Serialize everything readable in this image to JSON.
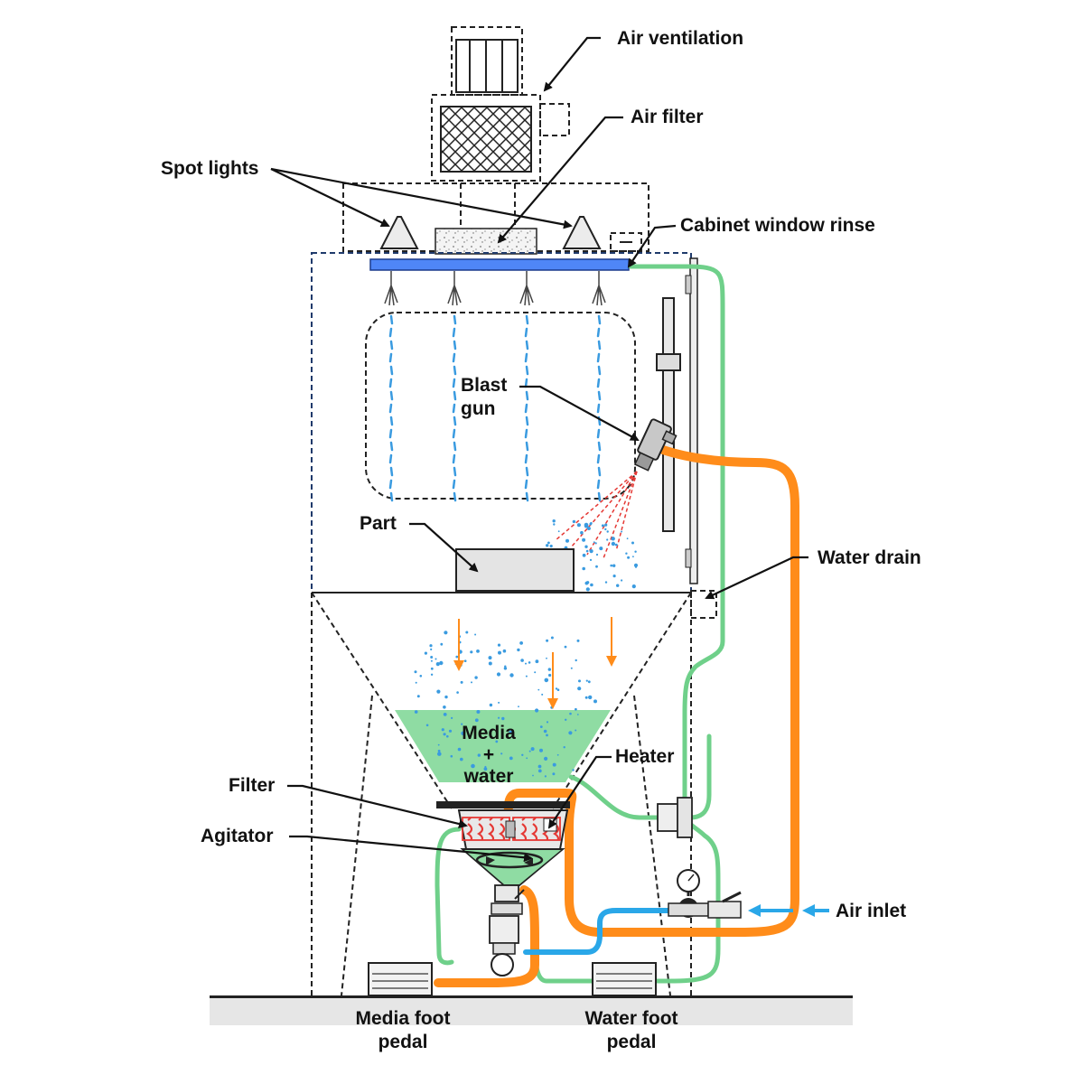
{
  "labels": {
    "air_ventilation": "Air ventilation",
    "air_filter": "Air filter",
    "spot_lights": "Spot lights",
    "cabinet_window_rinse": "Cabinet window rinse",
    "blast_gun_1": "Blast",
    "blast_gun_2": "gun",
    "part": "Part",
    "water_drain": "Water drain",
    "media_water_1": "Media",
    "media_water_2": "+",
    "media_water_3": "water",
    "heater": "Heater",
    "filter": "Filter",
    "agitator": "Agitator",
    "air_inlet": "Air inlet",
    "media_foot_pedal_1": "Media foot",
    "media_foot_pedal_2": "pedal",
    "water_foot_pedal_1": "Water foot",
    "water_foot_pedal_2": "pedal"
  },
  "colors": {
    "water_line": "#6fd08a",
    "air_line": "#ff8c1a",
    "air_inlet_line": "#2aa7e8",
    "media_water": "#8fdca3",
    "rinse_bar": "#4f86f7",
    "spray_droplets": "#3a9be0",
    "blast_stream": "#e53935",
    "heater_coil": "#e53935",
    "part": "#e4e4e4"
  }
}
